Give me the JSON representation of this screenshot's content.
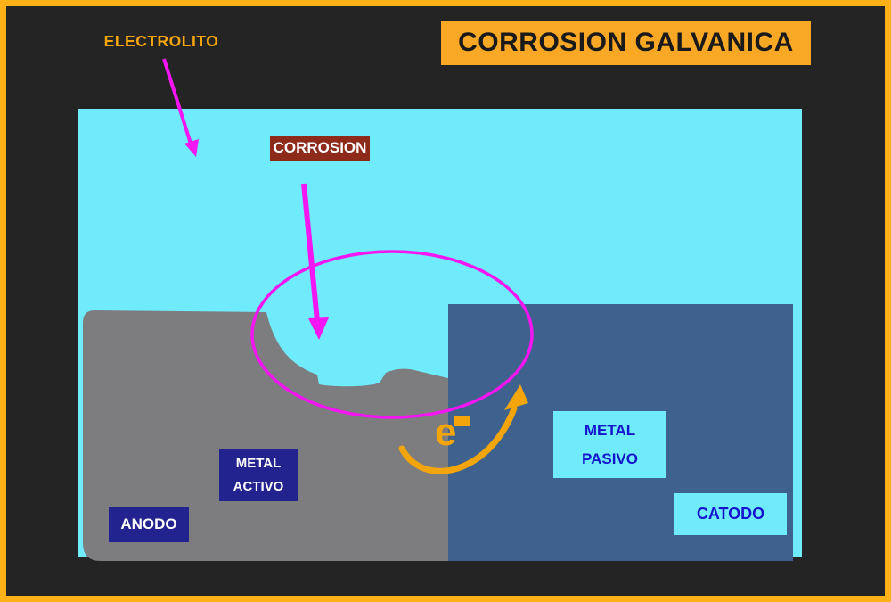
{
  "title": {
    "text": "CORROSION GALVANICA"
  },
  "diagram": {
    "electrolyte_label": "ELECTROLITO",
    "corrosion_label": "CORROSION",
    "metal_active_label": "METAL ACTIVO",
    "anode_label": "ANODO",
    "metal_passive_label": "METAL PASIVO",
    "cathode_label": "CATODO",
    "electron_label": "e",
    "electron_superscript": "-"
  },
  "colors": {
    "bg": "#242424",
    "frame": "#FBB117",
    "title_bg": "#F9A825",
    "title_text": "#1A1A1A",
    "accent_orange": "#F3A50B",
    "cyan": "#6FEBFC",
    "gray": "#7D7D7F",
    "steel_blue": "#3E618D",
    "navy": "#23238F",
    "blue_text": "#1414CC",
    "magenta": "#F316F3",
    "dark_red": "#8E2A1A",
    "white": "#FFFFFF"
  }
}
